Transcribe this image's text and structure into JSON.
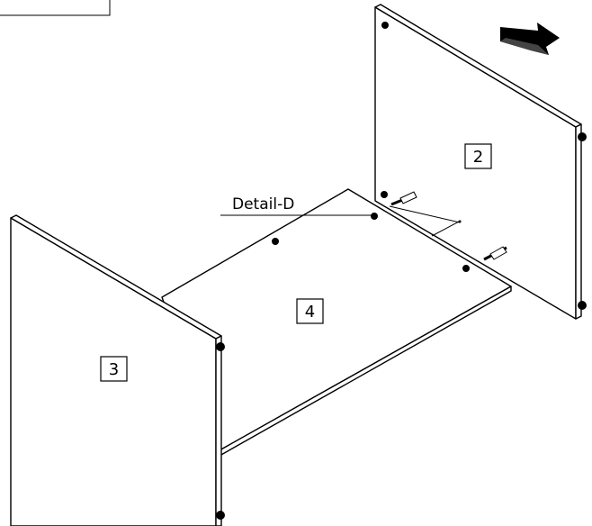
{
  "diagram": {
    "part_labels": {
      "panel_2": "2",
      "panel_3": "3",
      "panel_4": "4"
    },
    "callout": "Detail-D",
    "colors": {
      "line": "#000000",
      "background": "#ffffff"
    },
    "icons": {
      "direction_arrow": "direction-arrow-icon"
    }
  }
}
